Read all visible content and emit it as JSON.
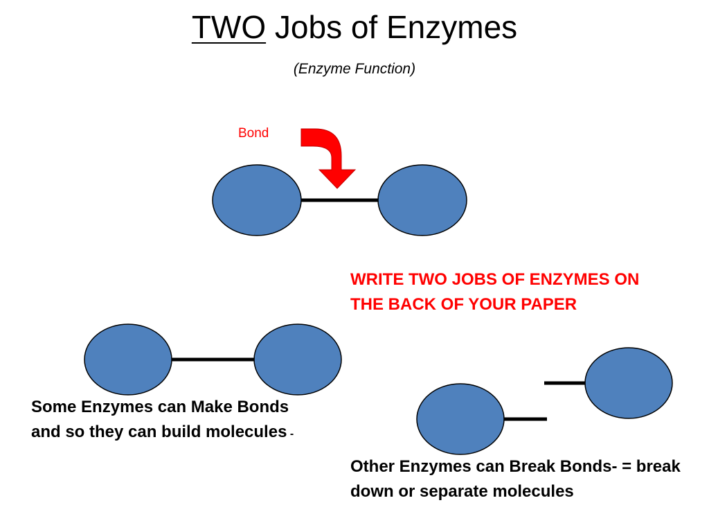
{
  "slide": {
    "title_underlined": "TWO",
    "title_rest": " Jobs of Enzymes",
    "subtitle": "(Enzyme Function)",
    "bond_label": "Bond",
    "instruction": "WRITE TWO JOBS OF ENZYMES ON THE BACK OF YOUR PAPER",
    "make_caption": "Some Enzymes can  Make Bonds  and so they can build molecules",
    "make_caption_tail": " -",
    "break_caption": "Other Enzymes can  Break Bonds- = break down or separate molecules"
  },
  "colors": {
    "molecule_fill": "#4f81bd",
    "molecule_stroke": "#000000",
    "arrow": "#ff0000",
    "bond": "#000000",
    "instruction_text": "#ff0000"
  }
}
